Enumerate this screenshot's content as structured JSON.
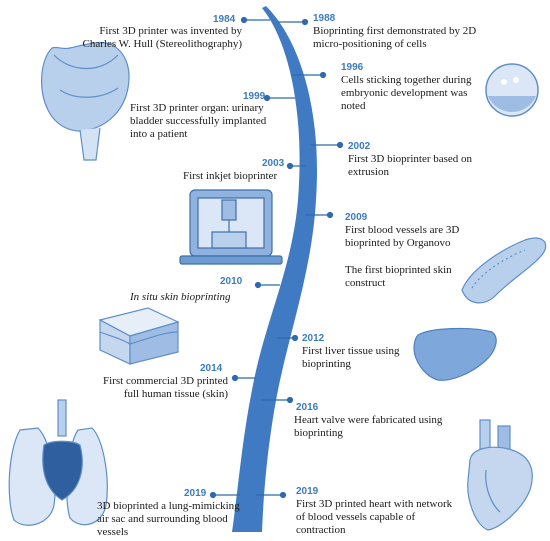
{
  "colors": {
    "ribbon": "#3f7ac2",
    "year": "#3d7bc0",
    "dot": "#2f6aad",
    "icon_fill": "#b9d0ec",
    "icon_stroke": "#5f8fc8"
  },
  "events": [
    {
      "year": "1984",
      "lines": [
        "First 3D printer was invented  by",
        "Charles W. Hull (Stereolithography)"
      ]
    },
    {
      "year": "1988",
      "lines": [
        "Bioprinting first demonstrated by 2D",
        "micro-positioning of cells"
      ]
    },
    {
      "year": "1996",
      "lines": [
        "Cells sticking together during",
        "embryonic development was",
        "noted"
      ]
    },
    {
      "year": "1999",
      "lines": [
        "First 3D printer organ: urinary",
        "bladder successfully implanted",
        "into a patient"
      ]
    },
    {
      "year": "2002",
      "lines": [
        "First 3D bioprinter based on",
        "extrusion"
      ]
    },
    {
      "year": "2003",
      "lines": [
        "First inkjet bioprinter"
      ]
    },
    {
      "year": "2009",
      "lines": [
        "First blood vessels are 3D",
        "bioprinted by Organovo"
      ],
      "extra_lines": [
        "The first bioprinted skin",
        "construct"
      ]
    },
    {
      "year": "2010",
      "lines": [
        "In situ skin bioprinting"
      ]
    },
    {
      "year": "2012",
      "lines": [
        "First liver tissue using",
        "bioprinting"
      ]
    },
    {
      "year": "2014",
      "lines": [
        "First commercial 3D printed",
        "full human tissue (skin)"
      ]
    },
    {
      "year": "2016",
      "lines": [
        "Heart valve were fabricated using",
        "bioprinting"
      ]
    },
    {
      "year": "2019",
      "lines": [
        "3D bioprinted a lung-mimicking",
        "air sac and surrounding blood",
        "vessels"
      ]
    },
    {
      "year": "2019",
      "lines": [
        "First 3D printed heart with network",
        "of blood vessels capable of",
        "contraction"
      ]
    }
  ],
  "icons": [
    "bladder-icon",
    "cell-sphere-icon",
    "bioprinter-icon",
    "blood-vessel-icon",
    "skin-layer-icon",
    "liver-icon",
    "lungs-icon",
    "heart-icon"
  ]
}
